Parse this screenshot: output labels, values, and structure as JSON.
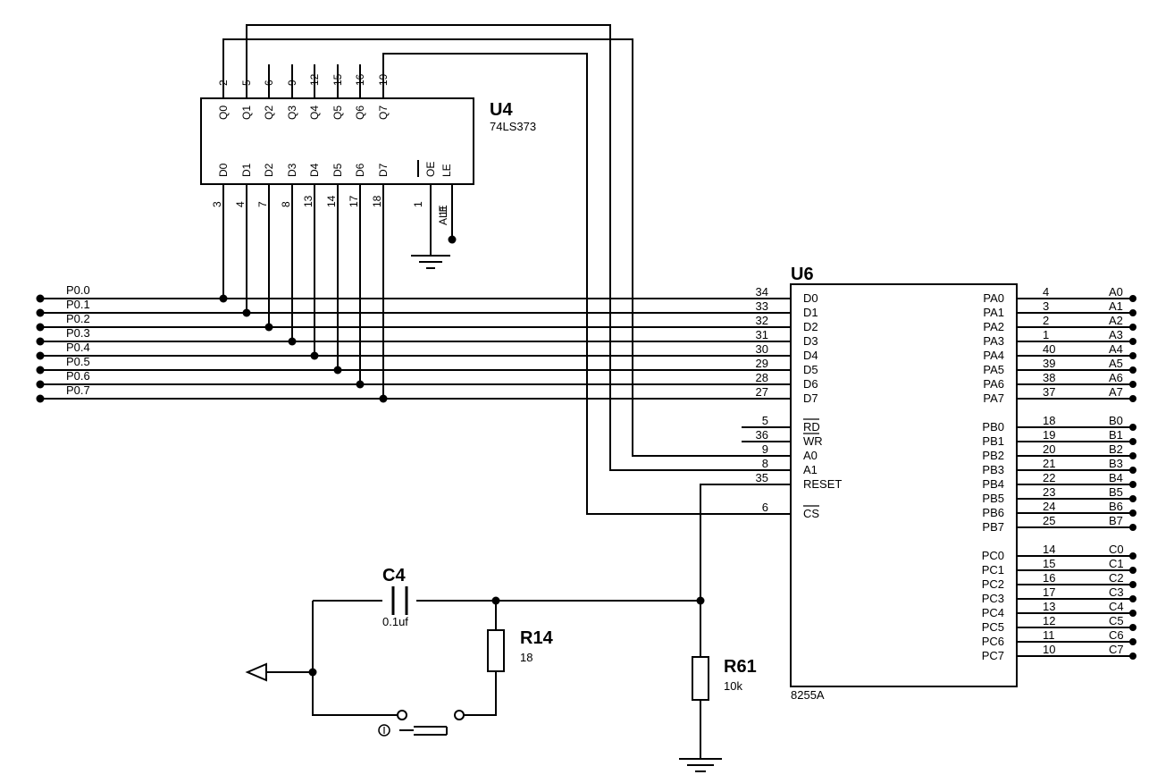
{
  "u4": {
    "ref": "U4",
    "part": "74LS373",
    "q_pins": [
      {
        "name": "Q0",
        "num": "2"
      },
      {
        "name": "Q1",
        "num": "5"
      },
      {
        "name": "Q2",
        "num": "6"
      },
      {
        "name": "Q3",
        "num": "9"
      },
      {
        "name": "Q4",
        "num": "12"
      },
      {
        "name": "Q5",
        "num": "15"
      },
      {
        "name": "Q6",
        "num": "16"
      },
      {
        "name": "Q7",
        "num": "19"
      }
    ],
    "d_pins": [
      {
        "name": "D0",
        "num": "3"
      },
      {
        "name": "D1",
        "num": "4"
      },
      {
        "name": "D2",
        "num": "7"
      },
      {
        "name": "D3",
        "num": "8"
      },
      {
        "name": "D4",
        "num": "13"
      },
      {
        "name": "D5",
        "num": "14"
      },
      {
        "name": "D6",
        "num": "17"
      },
      {
        "name": "D7",
        "num": "18"
      }
    ],
    "oe": {
      "name": "OE",
      "num": "1"
    },
    "le": {
      "name": "LE",
      "num": "11"
    },
    "ale_label": "ALE"
  },
  "ports": [
    "P0.0",
    "P0.1",
    "P0.2",
    "P0.3",
    "P0.4",
    "P0.5",
    "P0.6",
    "P0.7"
  ],
  "u6": {
    "ref": "U6",
    "part": "8255A",
    "d_pins": [
      {
        "name": "D0",
        "num": "34"
      },
      {
        "name": "D1",
        "num": "33"
      },
      {
        "name": "D2",
        "num": "32"
      },
      {
        "name": "D3",
        "num": "31"
      },
      {
        "name": "D4",
        "num": "30"
      },
      {
        "name": "D5",
        "num": "29"
      },
      {
        "name": "D6",
        "num": "28"
      },
      {
        "name": "D7",
        "num": "27"
      }
    ],
    "ctrl_pins": [
      {
        "name": "RD",
        "num": "5",
        "bar": true
      },
      {
        "name": "WR",
        "num": "36",
        "bar": true
      },
      {
        "name": "A0",
        "num": "9",
        "bar": false
      },
      {
        "name": "A1",
        "num": "8",
        "bar": false
      },
      {
        "name": "RESET",
        "num": "35",
        "bar": false
      },
      {
        "name": "CS",
        "num": "6",
        "bar": true
      }
    ],
    "pa": [
      {
        "name": "PA0",
        "num": "4",
        "net": "A0"
      },
      {
        "name": "PA1",
        "num": "3",
        "net": "A1"
      },
      {
        "name": "PA2",
        "num": "2",
        "net": "A2"
      },
      {
        "name": "PA3",
        "num": "1",
        "net": "A3"
      },
      {
        "name": "PA4",
        "num": "40",
        "net": "A4"
      },
      {
        "name": "PA5",
        "num": "39",
        "net": "A5"
      },
      {
        "name": "PA6",
        "num": "38",
        "net": "A6"
      },
      {
        "name": "PA7",
        "num": "37",
        "net": "A7"
      }
    ],
    "pb": [
      {
        "name": "PB0",
        "num": "18",
        "net": "B0"
      },
      {
        "name": "PB1",
        "num": "19",
        "net": "B1"
      },
      {
        "name": "PB2",
        "num": "20",
        "net": "B2"
      },
      {
        "name": "PB3",
        "num": "21",
        "net": "B3"
      },
      {
        "name": "PB4",
        "num": "22",
        "net": "B4"
      },
      {
        "name": "PB5",
        "num": "23",
        "net": "B5"
      },
      {
        "name": "PB6",
        "num": "24",
        "net": "B6"
      },
      {
        "name": "PB7",
        "num": "25",
        "net": "B7"
      }
    ],
    "pc": [
      {
        "name": "PC0",
        "num": "14",
        "net": "C0"
      },
      {
        "name": "PC1",
        "num": "15",
        "net": "C1"
      },
      {
        "name": "PC2",
        "num": "16",
        "net": "C2"
      },
      {
        "name": "PC3",
        "num": "17",
        "net": "C3"
      },
      {
        "name": "PC4",
        "num": "13",
        "net": "C4"
      },
      {
        "name": "PC5",
        "num": "12",
        "net": "C5"
      },
      {
        "name": "PC6",
        "num": "11",
        "net": "C6"
      },
      {
        "name": "PC7",
        "num": "10",
        "net": "C7"
      }
    ]
  },
  "c4": {
    "ref": "C4",
    "value": "0.1uf"
  },
  "r14": {
    "ref": "R14",
    "value": "18"
  },
  "r61": {
    "ref": "R61",
    "value": "10k"
  }
}
